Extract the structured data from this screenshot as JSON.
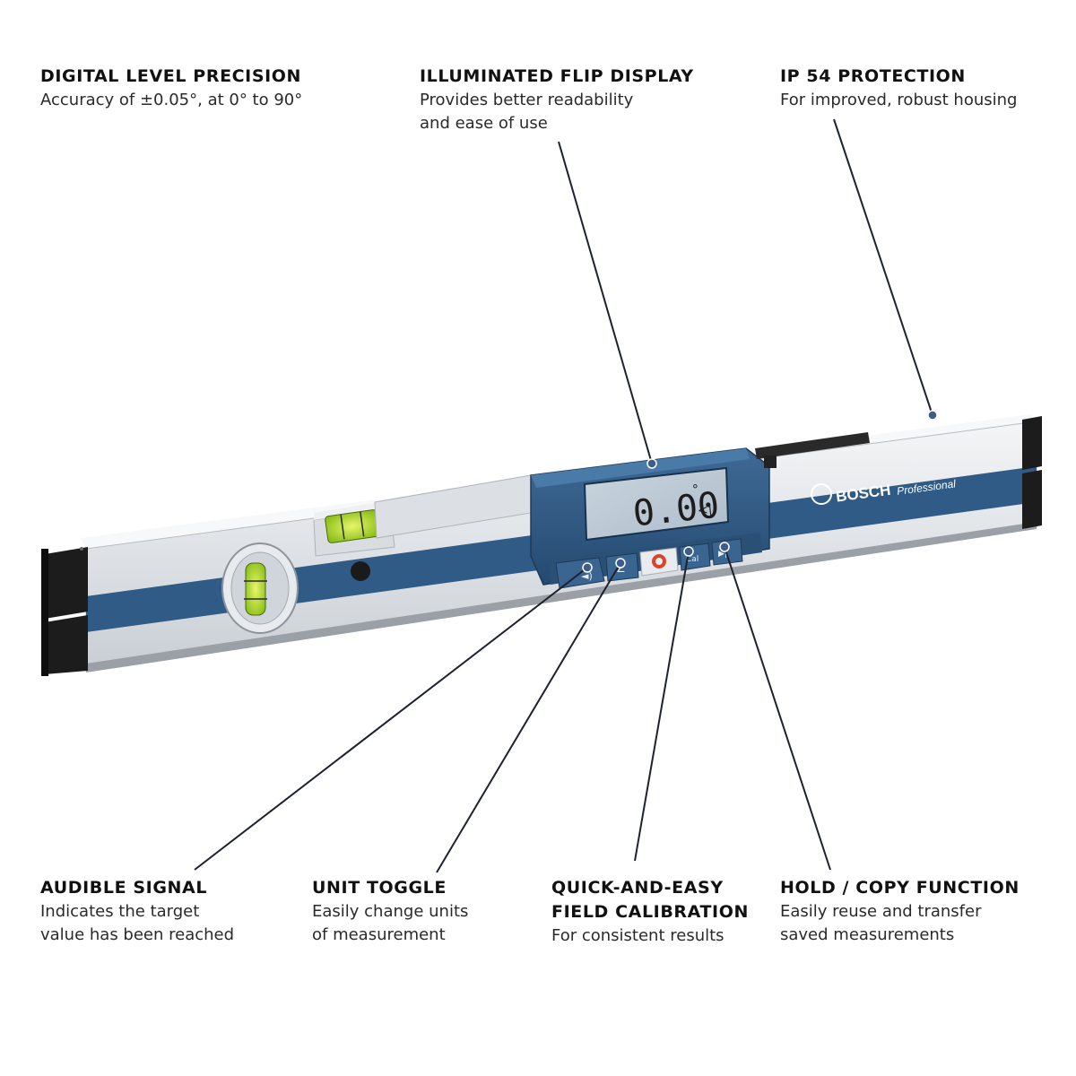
{
  "callouts": {
    "digital_level": {
      "title": "DIGITAL LEVEL PRECISION",
      "desc": [
        "Accuracy of ±0.05°, at 0° to 90°"
      ]
    },
    "flip_display": {
      "title": "ILLUMINATED FLIP DISPLAY",
      "desc": [
        "Provides better readability",
        "and ease of use"
      ]
    },
    "ip54": {
      "title": "IP 54 PROTECTION",
      "desc": [
        "For improved, robust housing"
      ]
    },
    "audible_signal": {
      "title": "AUDIBLE SIGNAL",
      "desc": [
        "Indicates the target",
        "value has been reached"
      ]
    },
    "unit_toggle": {
      "title": "UNIT TOGGLE",
      "desc": [
        "Easily change units",
        "of measurement"
      ]
    },
    "calibration": {
      "title": "QUICK-AND-EASY",
      "title2": "FIELD CALIBRATION",
      "desc": [
        "For consistent results"
      ]
    },
    "hold_copy": {
      "title": "HOLD / COPY FUNCTION",
      "desc": [
        "Easily reuse and transfer",
        "saved measurements"
      ]
    }
  },
  "product": {
    "brand": "BOSCH",
    "series": "Professional",
    "display_reading": "0.00",
    "display_unit": "°",
    "colors": {
      "body_silver": "#e4e7ea",
      "stripe_blue": "#2f5b86",
      "end_cap": "#1c1c1c",
      "lcd_bg": "#b9c6d1",
      "vial_green": "#a8d22a"
    },
    "buttons": [
      {
        "name": "audible-signal-button",
        "icon": "speaker-icon"
      },
      {
        "name": "unit-toggle-button",
        "icon": "angle-icon"
      },
      {
        "name": "power-button",
        "icon": "power-icon"
      },
      {
        "name": "calibration-button",
        "icon": "cal-icon"
      },
      {
        "name": "hold-copy-button",
        "icon": "hold-icon"
      }
    ]
  }
}
